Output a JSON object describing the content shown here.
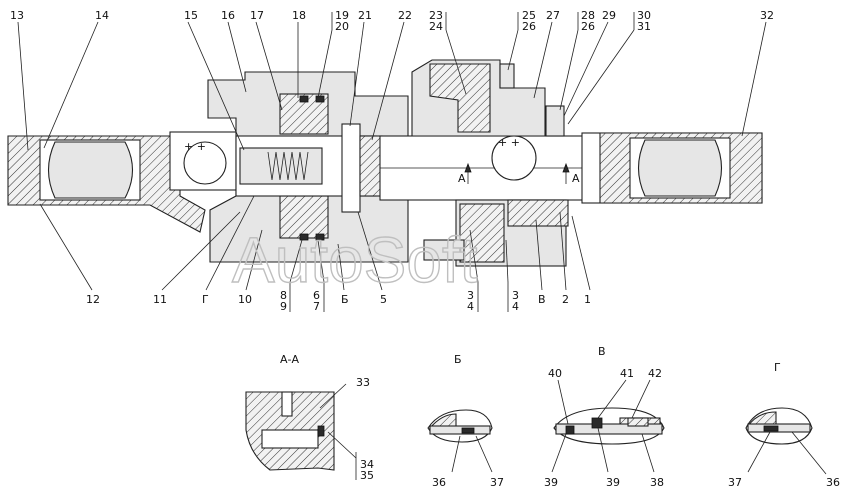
{
  "watermark": "AutoSoft",
  "section_titles": {
    "aa": "А-А",
    "b": "Б",
    "v": "В",
    "g": "Г"
  },
  "main_labels": {
    "l13": "13",
    "l14": "14",
    "l15": "15",
    "l16": "16",
    "l17": "17",
    "l18": "18",
    "l19": "19",
    "l20": "20",
    "l21": "21",
    "l22": "22",
    "l23": "23",
    "l24": "24",
    "l25": "25",
    "l26a": "26",
    "l27": "27",
    "l28": "28",
    "l26b": "26",
    "l29": "29",
    "l30": "30",
    "l31": "31",
    "l32": "32",
    "l12": "12",
    "l11": "11",
    "lG": "Г",
    "l10": "10",
    "l8": "8",
    "l9": "9",
    "l6": "6",
    "l7": "7",
    "lB": "Б",
    "l5": "5",
    "l3a": "3",
    "l4a": "4",
    "l3b": "3",
    "l4b": "4",
    "lV": "В",
    "l2": "2",
    "l1": "1",
    "sectionA1": "А",
    "sectionA2": "А"
  },
  "detail_labels": {
    "d33": "33",
    "d34": "34",
    "d35": "35",
    "d36a": "36",
    "d37a": "37",
    "d40": "40",
    "d41": "41",
    "d42": "42",
    "d39a": "39",
    "d39b": "39",
    "d38": "38",
    "d37b": "37",
    "d36b": "36"
  }
}
